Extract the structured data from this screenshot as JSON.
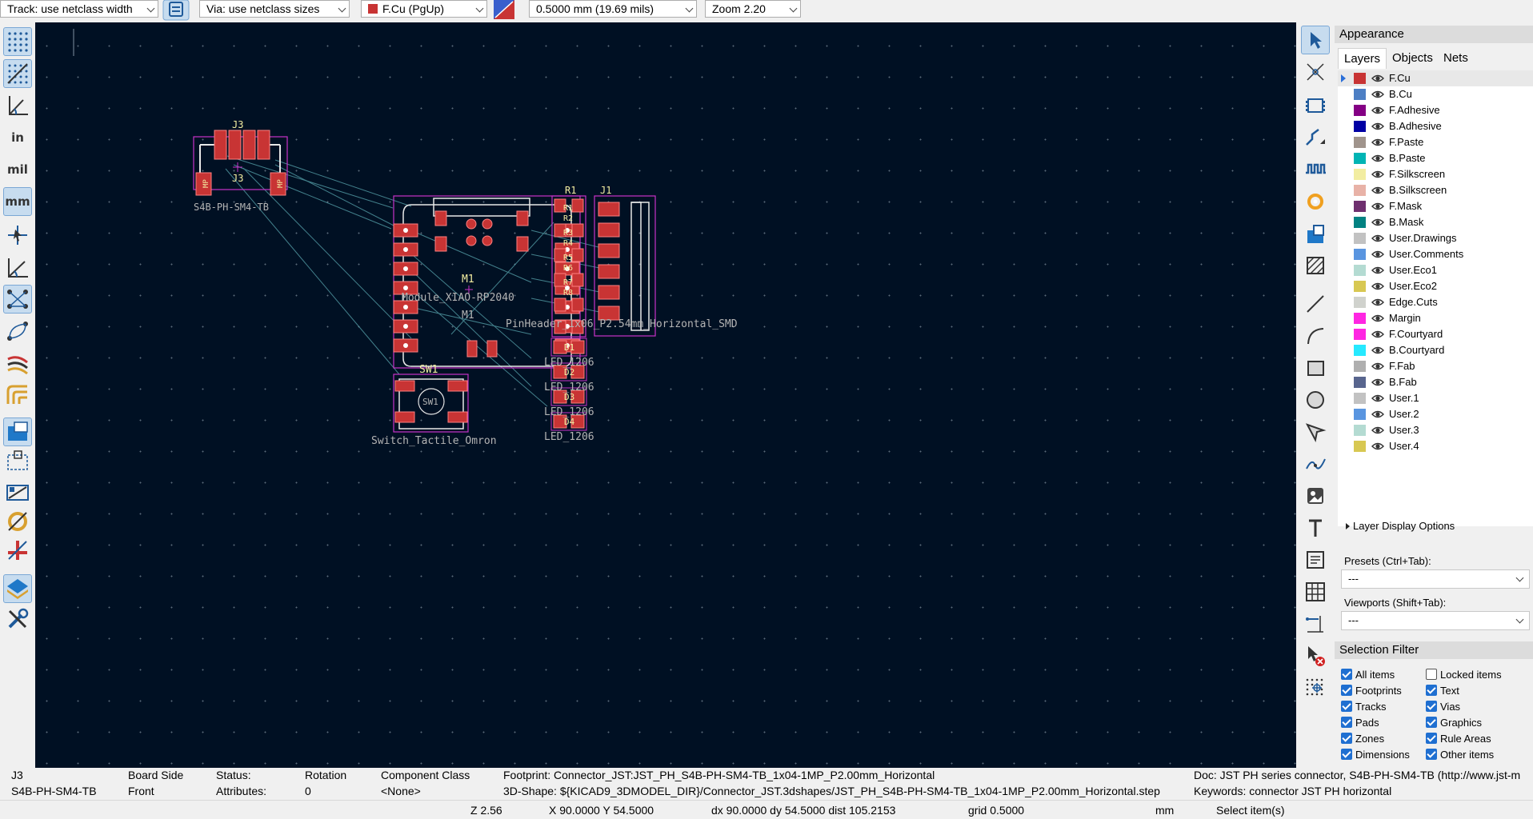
{
  "toolbar": {
    "track_width": "Track: use netclass width",
    "via_size": "Via: use netclass sizes",
    "layer": "F.Cu (PgUp)",
    "grid": "0.5000 mm (19.69 mils)",
    "zoom": "Zoom 2.20"
  },
  "left_toolbar": {
    "units_in": "in",
    "units_mil": "mil",
    "units_mm": "mm"
  },
  "canvas": {
    "labels": {
      "j3_ref": "J3",
      "j3_value_ref": "J3",
      "j3_footprint": "S4B-PH-SM4-TB",
      "mp_left": "MP",
      "mp_right": "MP",
      "m1_ref": "M1",
      "m1_value": "M1",
      "module_name": "Module_XIAO-RP2040",
      "r1": "R1",
      "j1": "J1",
      "pin_header": "PinHeader_1x06_P2.54mm_Horizontal_SMD",
      "sw1_ref": "SW1",
      "sw1_inner": "SW1",
      "switch_name": "Switch_Tactile_Omron",
      "led1": "LED_1206",
      "led2": "LED_1206",
      "led3": "LED_1206",
      "led4": "LED_1206",
      "d1": "D1",
      "d2": "D2",
      "d3": "D3",
      "d4": "D4",
      "r_labels": [
        "R1",
        "R2",
        "R3",
        "R4",
        "R5",
        "R6",
        "R7",
        "R8"
      ]
    }
  },
  "panel": {
    "title": "Appearance",
    "tabs": [
      "Layers",
      "Objects",
      "Nets"
    ],
    "layers": [
      {
        "name": "F.Cu",
        "color": "#c83434"
      },
      {
        "name": "B.Cu",
        "color": "#4d7fc4"
      },
      {
        "name": "F.Adhesive",
        "color": "#840084"
      },
      {
        "name": "B.Adhesive",
        "color": "#0000a4"
      },
      {
        "name": "F.Paste",
        "color": "#a0948c"
      },
      {
        "name": "B.Paste",
        "color": "#00b4b4"
      },
      {
        "name": "F.Silkscreen",
        "color": "#f2eda1"
      },
      {
        "name": "B.Silkscreen",
        "color": "#e8b2a7"
      },
      {
        "name": "F.Mask",
        "color": "#6f306f"
      },
      {
        "name": "B.Mask",
        "color": "#028282"
      },
      {
        "name": "User.Drawings",
        "color": "#c2c2c2"
      },
      {
        "name": "User.Comments",
        "color": "#5995e0"
      },
      {
        "name": "User.Eco1",
        "color": "#b4dbd2"
      },
      {
        "name": "User.Eco2",
        "color": "#d8c852"
      },
      {
        "name": "Edge.Cuts",
        "color": "#d0d2cd"
      },
      {
        "name": "Margin",
        "color": "#ff26e2"
      },
      {
        "name": "F.Courtyard",
        "color": "#ff26e2"
      },
      {
        "name": "B.Courtyard",
        "color": "#26e9ff"
      },
      {
        "name": "F.Fab",
        "color": "#afafaf"
      },
      {
        "name": "B.Fab",
        "color": "#58658e"
      },
      {
        "name": "User.1",
        "color": "#c2c2c2"
      },
      {
        "name": "User.2",
        "color": "#5995e0"
      },
      {
        "name": "User.3",
        "color": "#b4dbd2"
      },
      {
        "name": "User.4",
        "color": "#d8c852"
      }
    ],
    "layer_display_options": "Layer Display Options",
    "presets_label": "Presets (Ctrl+Tab):",
    "presets_value": "---",
    "viewports_label": "Viewports (Shift+Tab):",
    "viewports_value": "---",
    "selection_filter_title": "Selection Filter",
    "filters": {
      "all_items": "All items",
      "locked_items": "Locked items",
      "footprints": "Footprints",
      "text": "Text",
      "tracks": "Tracks",
      "vias": "Vias",
      "pads": "Pads",
      "graphics": "Graphics",
      "zones": "Zones",
      "rule_areas": "Rule Areas",
      "dimensions": "Dimensions",
      "other_items": "Other items"
    }
  },
  "info": {
    "ref": "J3",
    "value": "S4B-PH-SM4-TB",
    "board_side_label": "Board Side",
    "board_side_value": "Front",
    "status_label": "Status:",
    "attributes_label": "Attributes:",
    "rotation_label": "Rotation",
    "rotation_value": "0",
    "component_class_label": "Component Class",
    "component_class_value": "<None>",
    "footprint": "Footprint: Connector_JST:JST_PH_S4B-PH-SM4-TB_1x04-1MP_P2.00mm_Horizontal",
    "shape3d": "3D-Shape: ${KICAD9_3DMODEL_DIR}/Connector_JST.3dshapes/JST_PH_S4B-PH-SM4-TB_1x04-1MP_P2.00mm_Horizontal.step",
    "doc": "Doc: JST PH series connector, S4B-PH-SM4-TB (http://www.jst-m",
    "keywords": "Keywords: connector JST PH horizontal"
  },
  "status": {
    "z": "Z 2.56",
    "xy": "X 90.0000  Y 54.5000",
    "delta": "dx 90.0000  dy 54.5000  dist 105.2153",
    "grid": "grid 0.5000",
    "units": "mm",
    "message": "Select item(s)"
  }
}
